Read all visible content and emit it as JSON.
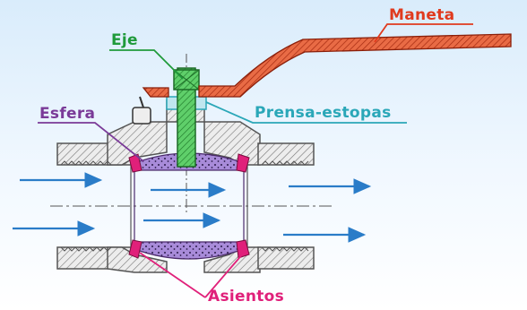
{
  "labels": {
    "maneta": "Maneta",
    "eje": "Eje",
    "esfera": "Esfera",
    "prensa": "Prensa-estopas",
    "asientos": "Asientos"
  },
  "colors": {
    "background_top": "#dcefff",
    "background_bottom": "#ffffff",
    "maneta": "#e03a1e",
    "eje": "#1f9a3a",
    "esfera": "#7a3a98",
    "prensa": "#2aa7b8",
    "asientos": "#e0207a",
    "flow_arrow": "#2a7cc8",
    "body_hatch": "#8a8a8a",
    "ball_fill": "#a77dd6"
  },
  "icons": {
    "flow": "arrow-right"
  }
}
